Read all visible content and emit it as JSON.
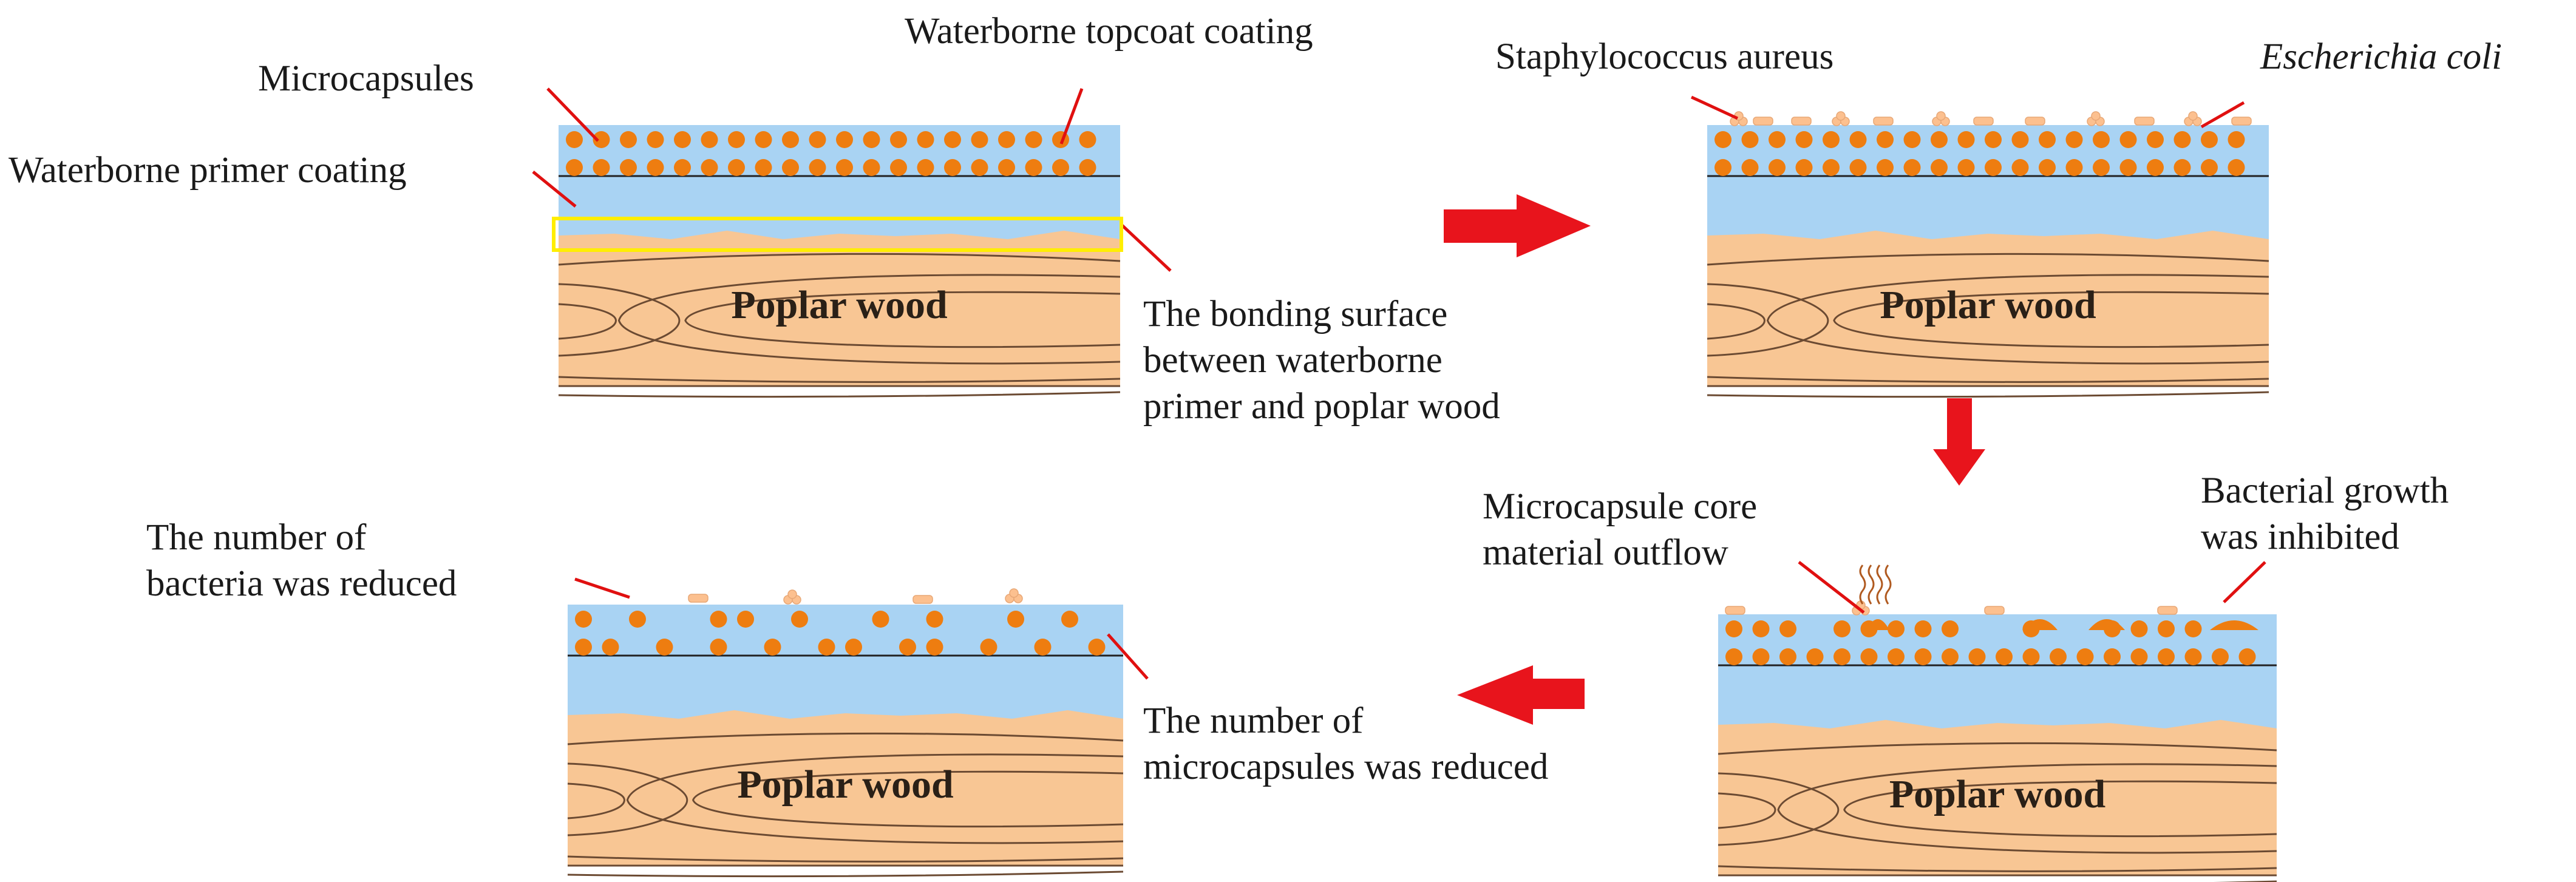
{
  "labels": {
    "microcapsules": "Microcapsules",
    "topcoat": "Waterborne topcoat coating",
    "primer": "Waterborne primer coating",
    "bonding_1": "The bonding surface",
    "bonding_2": "between waterborne",
    "bonding_3": "primer and poplar wood",
    "staph": "Staphylococcus aureus",
    "ecoli": "Escherichia coli",
    "core_outflow_1": "Microcapsule core",
    "core_outflow_2": "material outflow",
    "growth_1": "Bacterial growth",
    "growth_2": "was inhibited",
    "bacteria_reduced_1": "The number of",
    "bacteria_reduced_2": "bacteria was reduced",
    "micro_reduced_1": "The number of",
    "micro_reduced_2": "microcapsules was reduced"
  },
  "panels": [
    {
      "wood_label": "Poplar wood"
    },
    {
      "wood_label": "Poplar wood"
    },
    {
      "wood_label": "Poplar wood"
    },
    {
      "wood_label": "Poplar wood"
    }
  ],
  "colors": {
    "coating": "#a9d3f3",
    "microcapsule": "#ee7d10",
    "wood": "#f8c694",
    "wood_grain": "#6b4a32",
    "leader_line": "#e01010",
    "arrow": "#e8141c",
    "highlight_box": "#ffee00",
    "bacteria": "#fcc08f"
  },
  "icons": [
    "right-arrow-icon",
    "down-arrow-icon",
    "left-arrow-icon",
    "vapor-icon"
  ]
}
